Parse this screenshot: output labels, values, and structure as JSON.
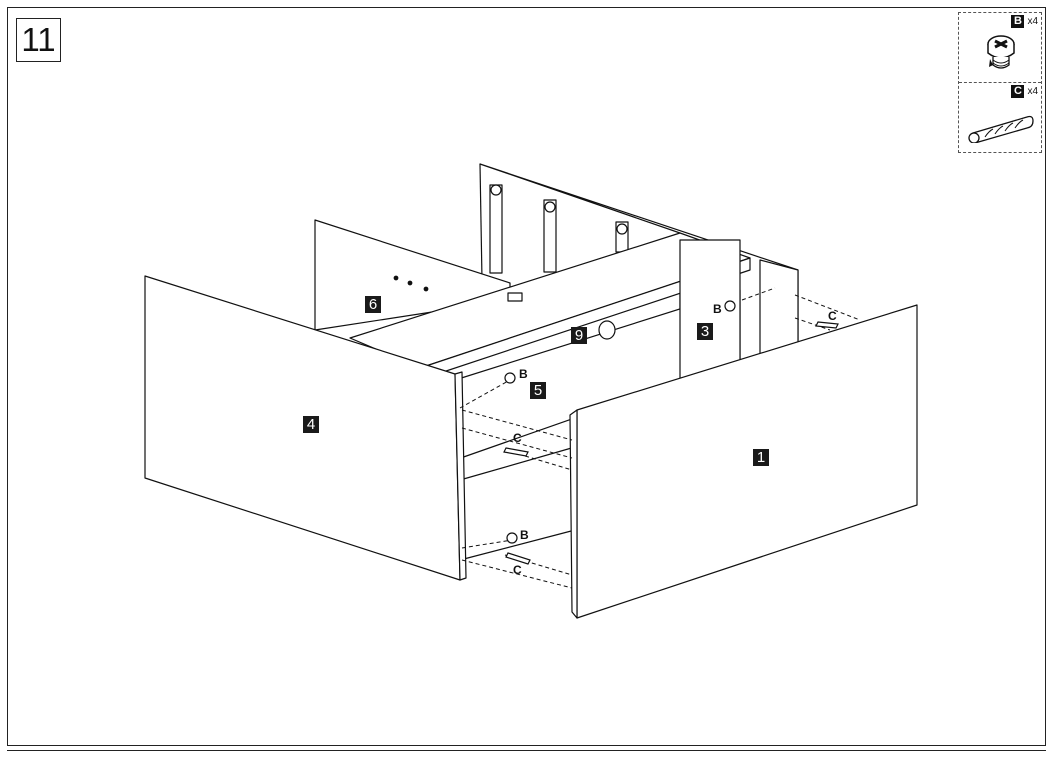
{
  "step": {
    "number": "11"
  },
  "hardware": [
    {
      "letter": "B",
      "qty": "x4",
      "icon": "cam-lock-icon"
    },
    {
      "letter": "C",
      "qty": "x4",
      "icon": "wooden-dowel-icon"
    }
  ],
  "parts": [
    {
      "id": "part-1",
      "label": "1"
    },
    {
      "id": "part-3",
      "label": "3"
    },
    {
      "id": "part-4",
      "label": "4"
    },
    {
      "id": "part-5",
      "label": "5"
    },
    {
      "id": "part-6",
      "label": "6"
    },
    {
      "id": "part-9",
      "label": "9"
    }
  ],
  "callouts": {
    "b_top_right": "B",
    "b_middle": "B",
    "b_lower": "B",
    "c_right": "C",
    "c_middle": "C",
    "c_lower": "C"
  }
}
